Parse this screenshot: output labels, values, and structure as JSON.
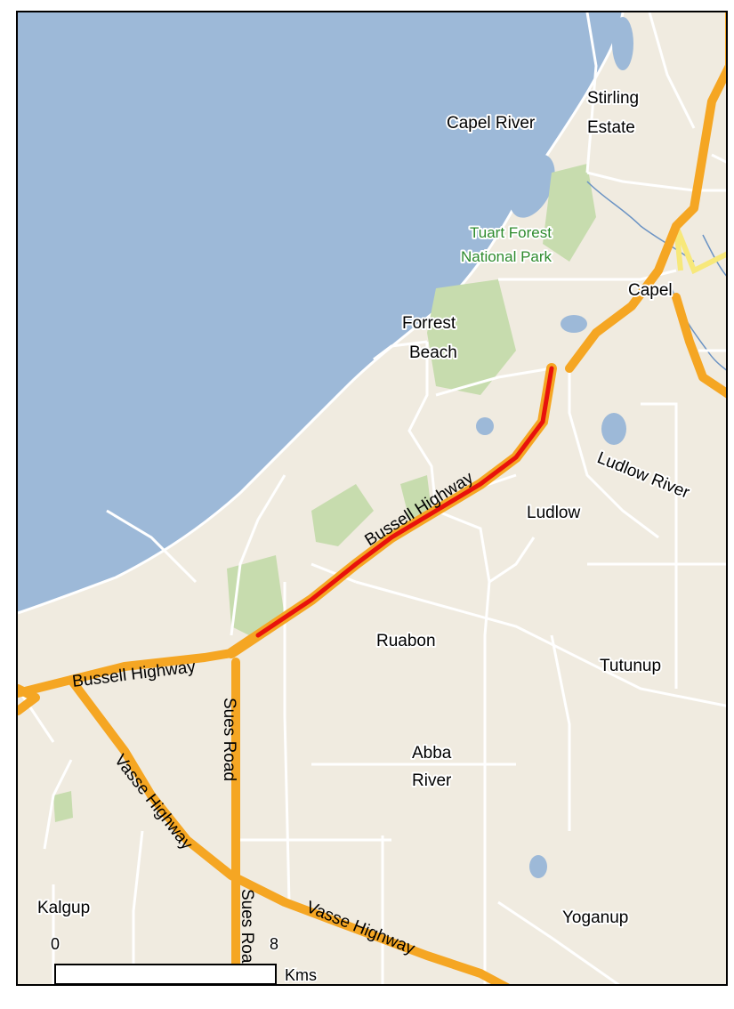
{
  "map": {
    "places": {
      "capel_river": "Capel River",
      "stirling": "Stirling",
      "estate": "Estate",
      "tuart": "Tuart Forest",
      "national_park": "National Park",
      "capel": "Capel",
      "forrest": "Forrest",
      "beach": "Beach",
      "ludlow_river": "Ludlow River",
      "ludlow": "Ludlow",
      "ruabon": "Ruabon",
      "tutunup": "Tutunup",
      "abba": "Abba",
      "river": "River",
      "kalgup": "Kalgup",
      "yoganup": "Yoganup"
    },
    "roads": {
      "bussell_upper": "Bussell Highway",
      "bussell_lower": "Bussell Highway",
      "sues_upper": "Sues Road",
      "sues_lower": "Sues Road",
      "vasse_upper": "Vasse Highway",
      "vasse_lower": "Vasse Highway"
    },
    "scale": {
      "start": "0",
      "end": "8",
      "unit": "Kms"
    },
    "colors": {
      "water": "#9db9d8",
      "land": "#f0ebe0",
      "park": "#c7dcae",
      "highway": "#f5a623",
      "minor_highway": "#f7e87a",
      "local_road": "#ffffff",
      "highlighted_route": "#e8120c"
    }
  }
}
